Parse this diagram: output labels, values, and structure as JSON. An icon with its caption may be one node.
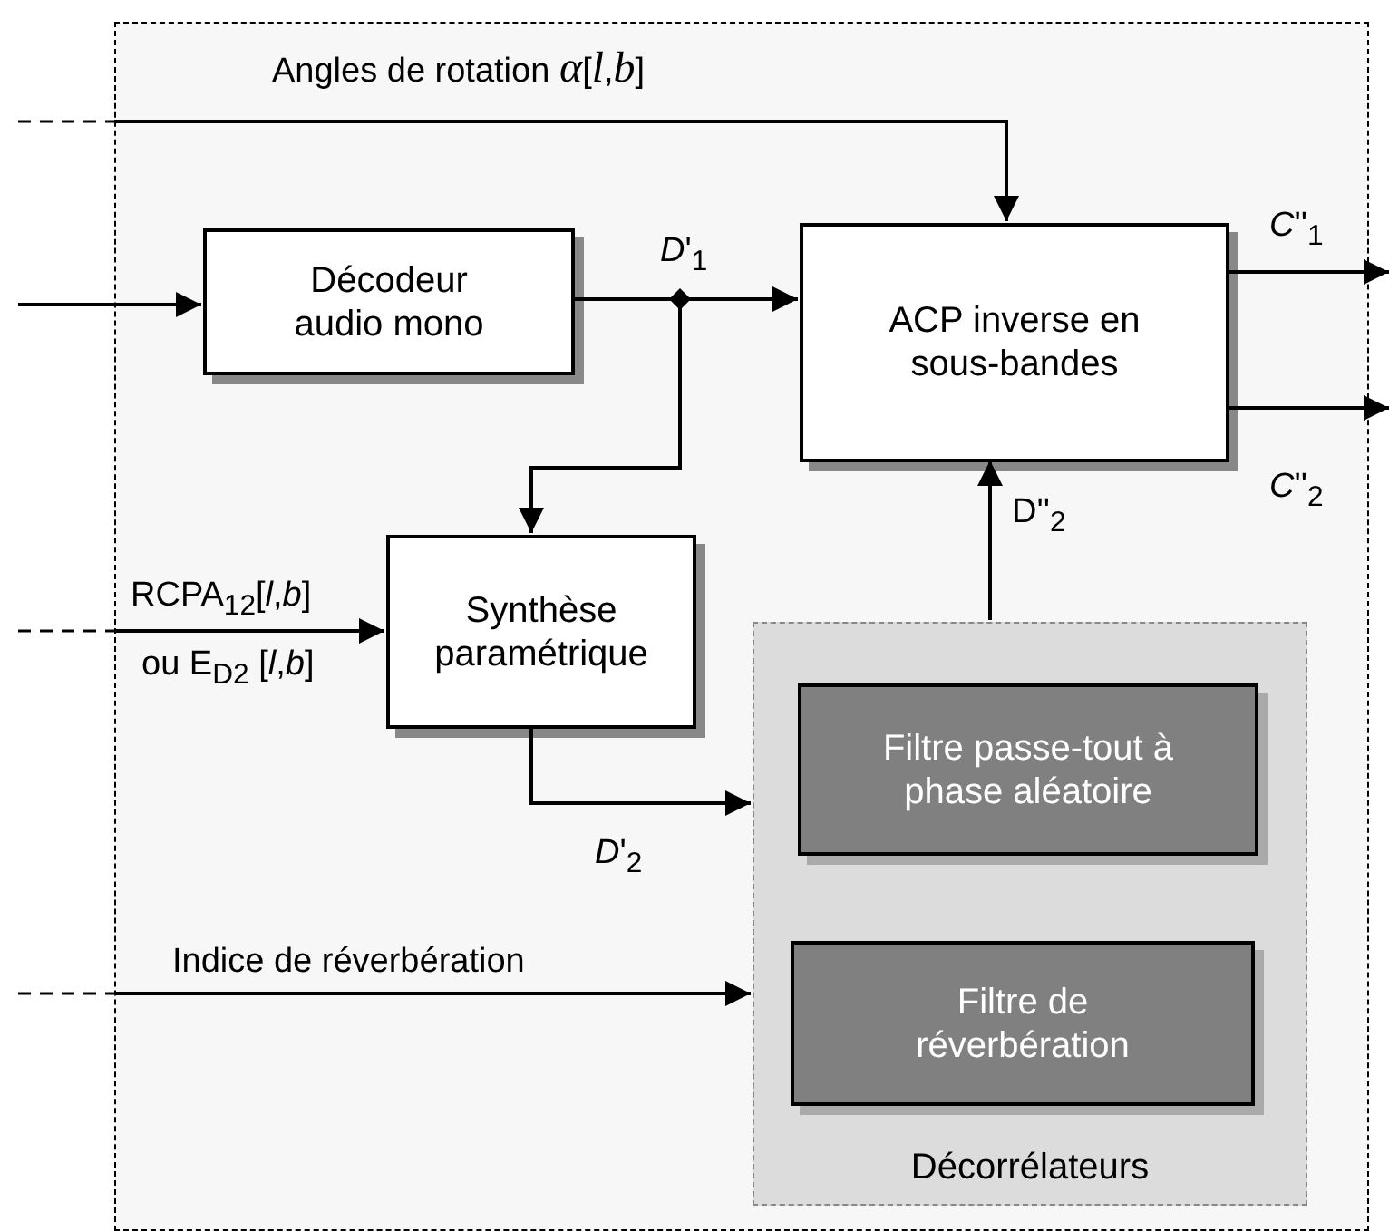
{
  "diagram": {
    "nodes": [
      {
        "text": [],
        "shape": "box"
      },
      {
        "text": [
          "Décodeur audio mono"
        ],
        "in": 0
      },
      {
        "text": [
          "ACP inverse en sous-bandes"
        ],
        "in": 0
      },
      {
        "text": [
          "Synthèse paramétrique"
        ],
        "in": 0
      },
      {
        "text": [
          "Décorrélateurs"
        ],
        "in": 0
      },
      {
        "text": [
          "Filtre passe-tout à phase aléatoire"
        ],
        "in": 4
      },
      {
        "text": [
          "Filtre de réverbération"
        ],
        "in": 4
      }
    ],
    "edges": [
      {
        "from": null,
        "to": 2,
        "arrow": "to",
        "label": "Angles de rotation *α*[*l*,*b*]"
      },
      {
        "from": null,
        "to": 1,
        "arrow": "to"
      },
      {
        "from": 1,
        "to": 2,
        "arrow": "to",
        "label": "*D*'$_{1}$"
      },
      {
        "from": 1,
        "to": 3,
        "arrow": "to"
      },
      {
        "from": 2,
        "to": null,
        "arrow": "to",
        "label": "*C*''$_{1}$"
      },
      {
        "from": 2,
        "to": null,
        "arrow": "to",
        "label": "*C*''$_{2}$"
      },
      {
        "from": null,
        "to": 3,
        "arrow": "to",
        "label": "RCPA$_{12}$[*l*,*b*]"
      },
      {
        "from": 3,
        "to": 4,
        "arrow": "to",
        "label": "*D*'$_{2}$"
      },
      {
        "from": null,
        "to": 4,
        "arrow": "to",
        "label": "Indice de réverbération"
      },
      {
        "from": 4,
        "to": 2,
        "arrow": "to",
        "label": "D''$_{2}$"
      },
      {
        "from": null,
        "to": 0,
        "arrow": "none",
        "style": "dashed"
      },
      {
        "from": null,
        "to": 0,
        "arrow": "none",
        "style": "dashed"
      },
      {
        "from": null,
        "to": 0,
        "arrow": "none",
        "style": "dashed"
      }
    ],
    "labels": [
      "ou E$_{D2}$ [*l*,*b*]"
    ]
  }
}
